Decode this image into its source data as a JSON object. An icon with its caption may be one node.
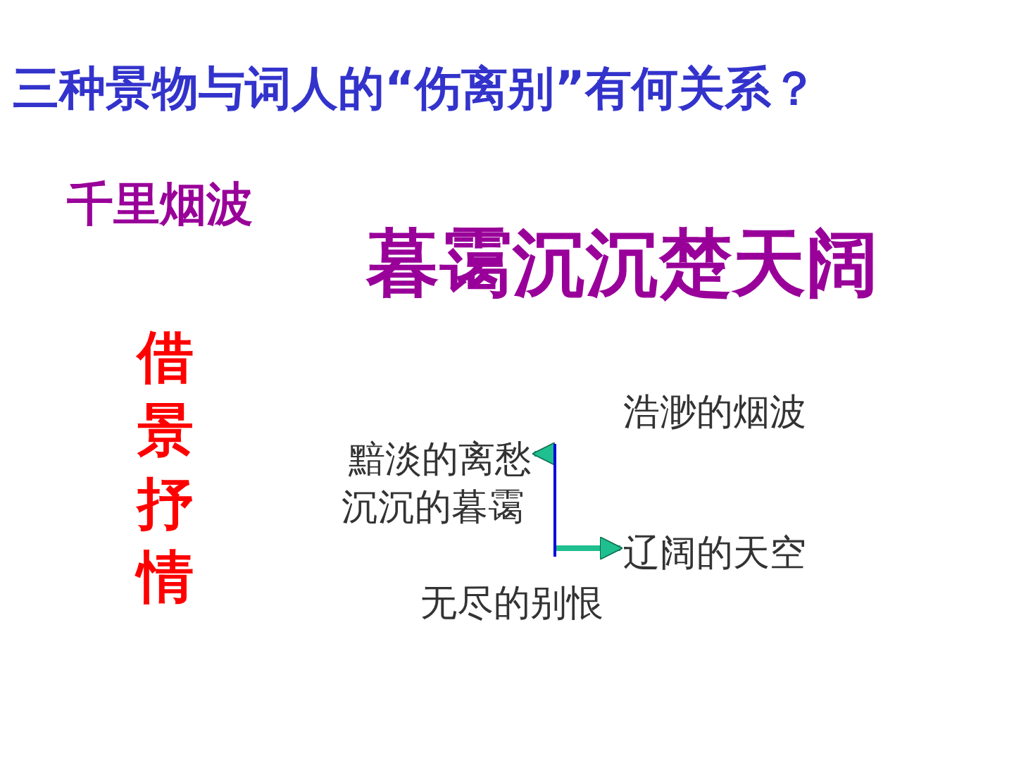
{
  "diagram": {
    "title": "三种景物与词人的“伤离别”有何关系？",
    "nodes": [
      {
        "text": [
          "黯淡的离愁"
        ]
      },
      {
        "text": [],
        "shape": "bar"
      },
      {
        "text": [
          "辽阔的天空"
        ]
      }
    ],
    "edges": [
      {
        "from": 1,
        "to": 0,
        "arrow": "to"
      },
      {
        "from": 1,
        "to": 2,
        "arrow": "to"
      }
    ],
    "labels": [
      "千里烟波",
      "暮霭沉沉楚天阔",
      "借景抒情",
      "浩渺的烟波",
      "沉沉的暮霭",
      "无尽的别恨"
    ]
  }
}
